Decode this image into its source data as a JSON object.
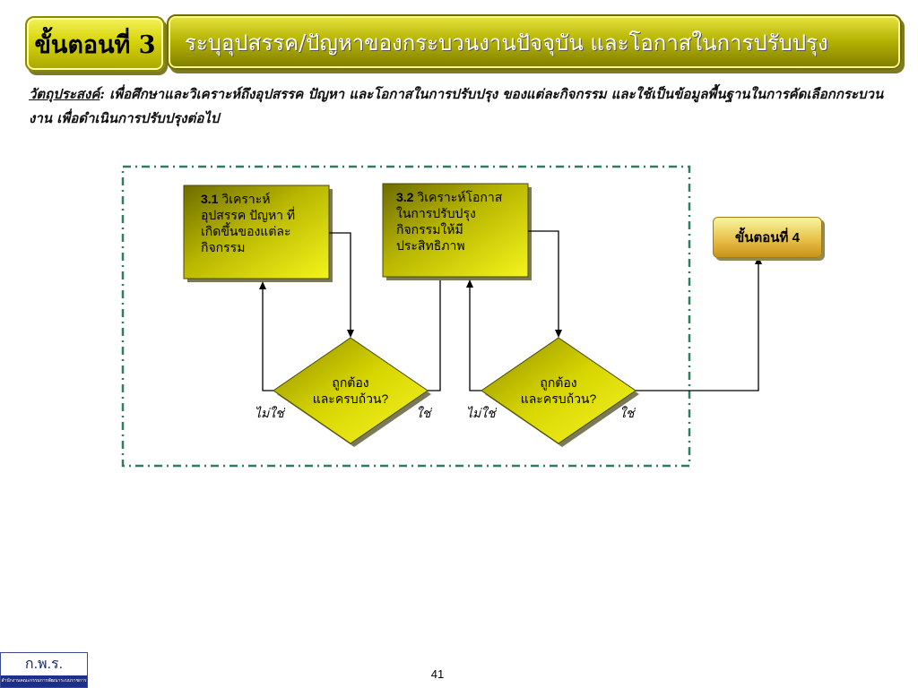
{
  "header": {
    "step_label": "ขั้นตอนที่ 3",
    "title": "ระบุอุปสรรค/ปัญหาของกระบวนงานปัจจุบัน และโอกาสในการปรับปรุง"
  },
  "objective": {
    "label": "วัตถุประสงค์",
    "text": ": เพื่อศึกษาและวิเคราะห์ถึงอุปสรรค ปัญหา และโอกาสในการปรับปรุง ของแต่ละกิจกรรม และใช้เป็นข้อมูลพื้นฐานในการคัดเลือกกระบวนงาน เพื่อดำเนินการปรับปรุงต่อไป"
  },
  "flowchart": {
    "box1": {
      "number": "3.1",
      "line1": " วิเคราะห์",
      "line2": "อุปสรรค ปัญหา ที่",
      "line3": "เกิดขึ้นของแต่ละ",
      "line4": "กิจกรรม"
    },
    "box2": {
      "number": "3.2",
      "line1": " วิเคราะห์โอกาส",
      "line2": "ในการปรับปรุง",
      "line3": "กิจกรรมให้มี",
      "line4": "ประสิทธิภาพ"
    },
    "decision1": {
      "line1": "ถูกต้อง",
      "line2": "และครบถ้วน?",
      "no": "ไม่ใช่",
      "yes": "ใช่"
    },
    "decision2": {
      "line1": "ถูกต้อง",
      "line2": "และครบถ้วน?",
      "no": "ไม่ใช่",
      "yes": "ใช่"
    },
    "next_step": "ขั้นตอนที่ 4"
  },
  "footer": {
    "logo_text": "ก.พ.ร.",
    "logo_subtext": "สำนักงานคณะกรรมการพัฒนาระบบราชการ",
    "page_number": "41"
  },
  "colors": {
    "box_fill_light": "#f2f21a",
    "box_fill_dark": "#a3a300",
    "frame_dash": "#2f7d5a"
  }
}
